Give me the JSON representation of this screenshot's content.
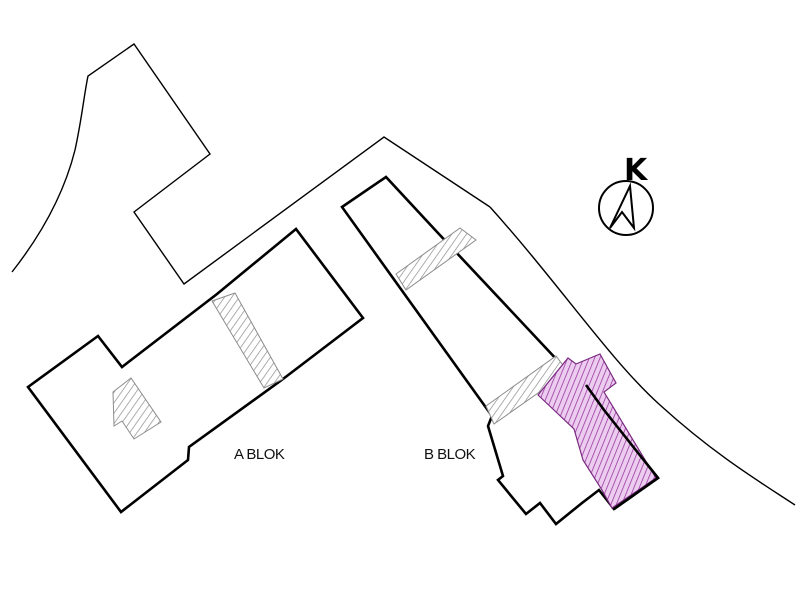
{
  "labels": {
    "a_block": "A BLOK",
    "b_block": "B BLOK",
    "north": "K"
  },
  "icons": {
    "north_arrow": "north-arrow-icon"
  },
  "colors": {
    "outline": "#000000",
    "hatch_gray": "#8c8c8c",
    "hatch_purple": "#9a3aa0",
    "fill_purple": "#e7c6ea"
  }
}
